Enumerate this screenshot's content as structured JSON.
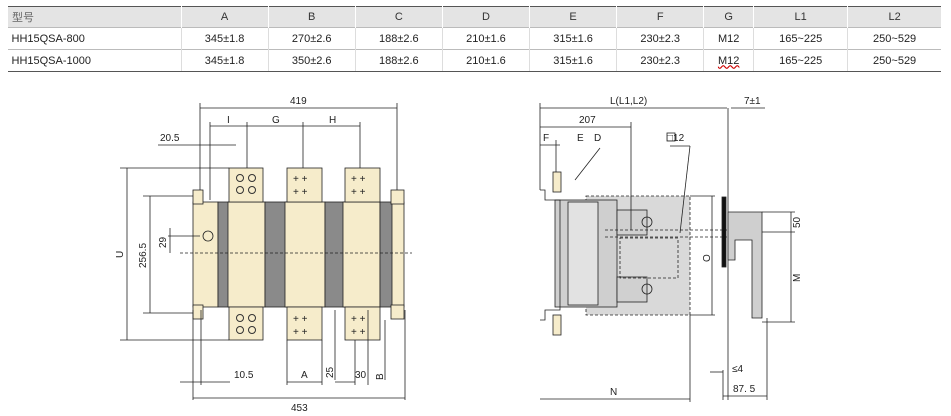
{
  "table": {
    "headers": [
      "型号",
      "A",
      "B",
      "C",
      "D",
      "E",
      "F",
      "G",
      "L1",
      "L2"
    ],
    "rows": [
      [
        "HH15QSA-800",
        "345±1.8",
        "270±2.6",
        "188±2.6",
        "210±1.6",
        "315±1.6",
        "230±2.3",
        "M12",
        "165~225",
        "250~529"
      ],
      [
        "HH15QSA-1000",
        "345±1.8",
        "350±2.6",
        "188±2.6",
        "210±1.6",
        "315±1.6",
        "230±2.3",
        "M12",
        "165~225",
        "250~529"
      ]
    ]
  },
  "front_view": {
    "dim_419": "419",
    "dim_I": "I",
    "dim_G": "G",
    "dim_H": "H",
    "dim_20_5": "20.5",
    "dim_U": "U",
    "dim_256_5": "256.5",
    "dim_29": "29",
    "dim_10_5": "10.5",
    "dim_A": "A",
    "dim_25": "25",
    "dim_30": "30",
    "dim_B": "B",
    "dim_453": "453"
  },
  "side_view": {
    "dim_L": "L(L1,L2)",
    "dim_7": "7±1",
    "dim_207": "207",
    "dim_F": "F",
    "dim_E": "E",
    "dim_D": "D",
    "dim_12": "□12",
    "dim_50": "50",
    "dim_O": "O",
    "dim_M": "M",
    "dim_4": "≤4",
    "dim_87_5": "87. 5",
    "dim_N": "N"
  },
  "colors": {
    "terminal": "#f6eccb",
    "body": "#8a8a8a",
    "panel": "#d9d9d9"
  }
}
